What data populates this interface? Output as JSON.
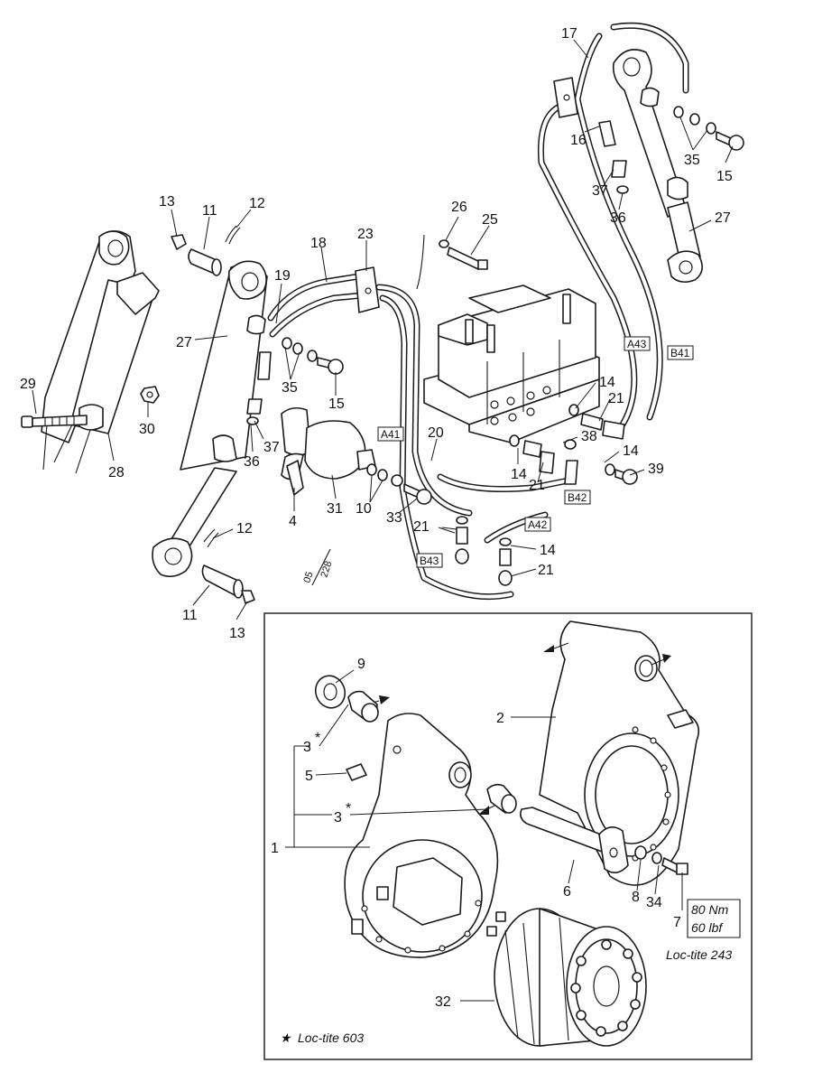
{
  "labels": {
    "p1": "1",
    "p2": "2",
    "p3a": "3",
    "p3b": "3",
    "p4": "4",
    "p5": "5",
    "p6": "6",
    "p7": "7",
    "p8": "8",
    "p9": "9",
    "p10": "10",
    "p11a": "11",
    "p11b": "11",
    "p12a": "12",
    "p12b": "12",
    "p13a": "13",
    "p13b": "13",
    "p14a": "14",
    "p14b": "14",
    "p14c": "14",
    "p14d": "14",
    "p15a": "15",
    "p15b": "15",
    "p16": "16",
    "p17": "17",
    "p18": "18",
    "p19": "19",
    "p20": "20",
    "p21a": "21",
    "p21b": "21",
    "p21c": "21",
    "p21d": "21",
    "p23": "23",
    "p25": "25",
    "p26": "26",
    "p27a": "27",
    "p27b": "27",
    "p28": "28",
    "p29": "29",
    "p30": "30",
    "p31": "31",
    "p32": "32",
    "p33": "33",
    "p34": "34",
    "p35a": "35",
    "p35b": "35",
    "p36a": "36",
    "p36b": "36",
    "p37a": "37",
    "p37b": "37",
    "p38": "38",
    "p39": "39",
    "star": "*"
  },
  "port_tags": {
    "a43": "A43",
    "b41": "B41",
    "a41": "A41",
    "b42": "B42",
    "a42": "A42",
    "b43": "B43"
  },
  "torque": {
    "nm": "80 Nm",
    "lbf": "60 lbf"
  },
  "notes": {
    "loctite_243": "Loc-tite 243",
    "loctite_603_star": "★",
    "loctite_603": "Loc-tite 603"
  },
  "reference": {
    "top": "05",
    "bottom": "228"
  }
}
